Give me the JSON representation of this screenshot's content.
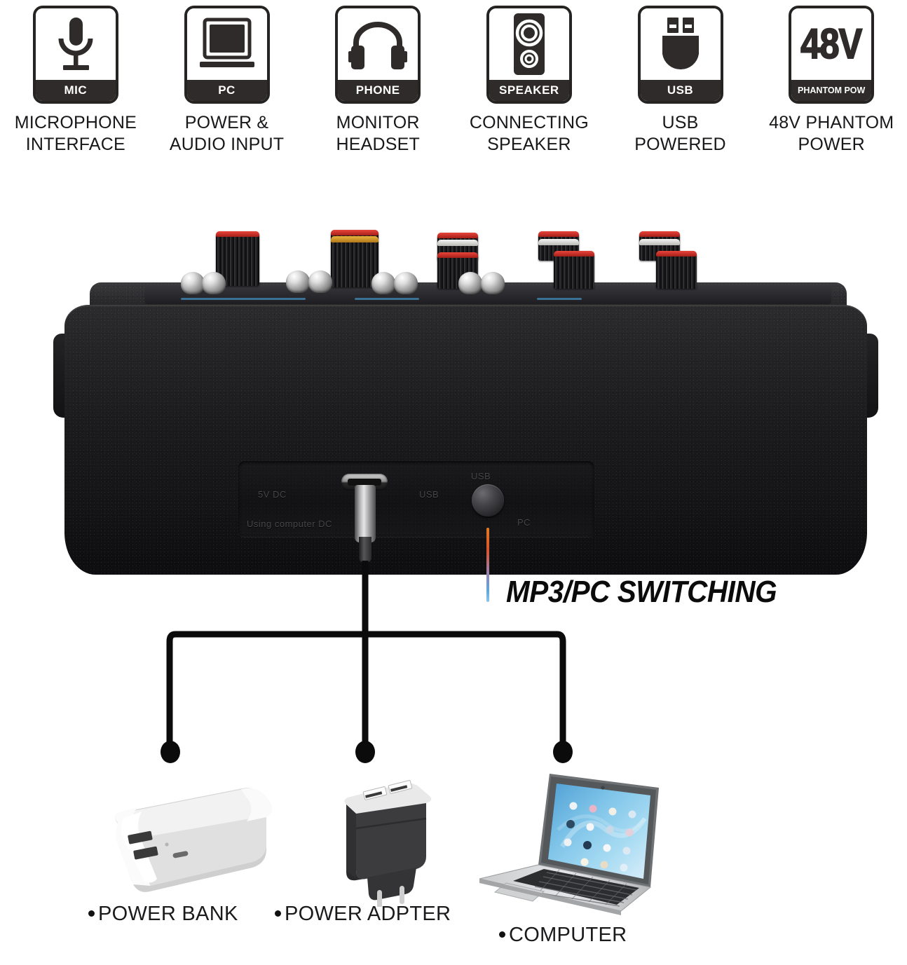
{
  "feature_icons": [
    {
      "badge_label": "MIC",
      "icon": "microphone-icon",
      "caption": "MICROPHONE\nINTERFACE"
    },
    {
      "badge_label": "PC",
      "icon": "laptop-icon",
      "caption": "POWER &\nAUDIO INPUT"
    },
    {
      "badge_label": "PHONE",
      "icon": "headphones-icon",
      "caption": "MONITOR\nHEADSET"
    },
    {
      "badge_label": "SPEAKER",
      "icon": "speaker-icon",
      "caption": "CONNECTING\nSPEAKER"
    },
    {
      "badge_label": "USB",
      "icon": "usb-icon",
      "caption": "USB\nPOWERED"
    },
    {
      "badge_label": "PHANTOM POW",
      "icon": "48v-text-icon",
      "caption": "48V PHANTOM\nPOWER"
    }
  ],
  "phantom_voltage_text": "48V",
  "device": {
    "name": "audio-mixer",
    "rear_panel_markings": {
      "dc_in": "5V DC",
      "usb_label": "USB",
      "using_line": "Using computer DC",
      "switch_left": "USB",
      "switch_right": "PC"
    }
  },
  "callout": {
    "label": "MP3/PC SWITCHING"
  },
  "power_sources": [
    {
      "name": "power-bank",
      "label": "POWER BANK"
    },
    {
      "name": "power-adapter",
      "label": "POWER ADPTER"
    },
    {
      "name": "computer",
      "label": "COMPUTER"
    }
  ],
  "colors": {
    "ink": "#18171a",
    "badge_dark": "#2e2b2a",
    "accent_orange": "#e07b24",
    "accent_blue": "#5fa8dd",
    "knob_red": "#e8453a",
    "knob_amber": "#e9b23c"
  }
}
